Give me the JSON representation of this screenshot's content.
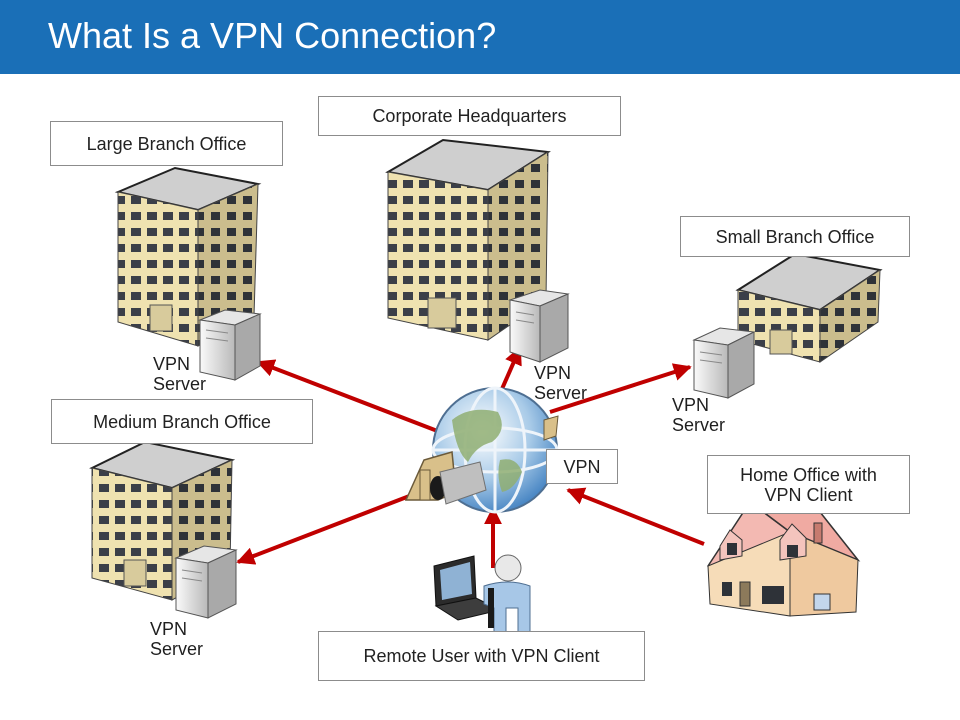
{
  "title": "What Is a VPN Connection?",
  "colors": {
    "header": "#1a6fb7",
    "arrow": "#c00000",
    "building": "#efe2b0",
    "house": "#f5c8c4"
  },
  "labels": {
    "large_branch": "Large Branch Office",
    "corporate_hq": "Corporate Headquarters",
    "small_branch": "Small Branch Office",
    "medium_branch": "Medium Branch Office",
    "vpn_tag": "VPN",
    "home_office": "Home Office with\nVPN Client",
    "remote_user": "Remote User with VPN Client"
  },
  "vpn_server_label": "VPN\nServer",
  "icons": [
    "office-building-icon",
    "server-icon",
    "globe-icon",
    "tunnel-icon",
    "house-icon",
    "laptop-icon",
    "person-icon"
  ]
}
